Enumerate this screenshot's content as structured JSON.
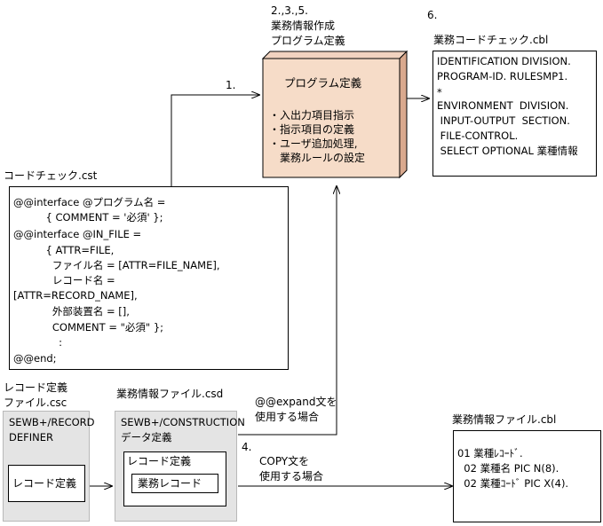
{
  "labels": {
    "step_1": "1.",
    "step_235": "2.,3.,5.",
    "step_6": "6.",
    "step_4": "4.",
    "program_caption_1": "業務情報作成",
    "program_caption_2": "プログラム定義",
    "cbl_check_title": "業務コードチェック.cbl",
    "cst_title": "コードチェック.cst",
    "csc_title_1": "レコード定義",
    "csc_title_2": "ファイル.csc",
    "csd_title": "業務情報ファイル.csd",
    "cbl_info_title": "業務情報ファイル.cbl",
    "expand_1": "@@expand文を",
    "expand_2": "使用する場合",
    "copy_1": "COPY文を",
    "copy_2": "使用する場合"
  },
  "program_box": {
    "title": "プログラム定義",
    "bullets": [
      "・入出力項目指示",
      "・指示項目の定義",
      "・ユーザ追加処理,",
      "　業務ルールの設定"
    ]
  },
  "cbl_check_lines": [
    "IDENTIFICATION DIVISION.",
    "PROGRAM-ID. RULESMP1.",
    "*",
    "ENVIRONMENT  DIVISION.",
    " INPUT-OUTPUT  SECTION.",
    " FILE-CONTROL.",
    " SELECT OPTIONAL 業種情報"
  ],
  "cst_lines": [
    "@@interface @プログラム名 =",
    "          { COMMENT = '必須' };",
    "@@interface @IN_FILE =",
    "          { ATTR=FILE,",
    "            ファイル名 = [ATTR=FILE_NAME],",
    "            レコード名 =",
    "[ATTR=RECORD_NAME],",
    "            外部装置名 = [],",
    "            COMMENT = \"必須\" };",
    "              :",
    "@@end;"
  ],
  "csc_box": {
    "header_1": "SEWB+/RECORD",
    "header_2": "DEFINER",
    "inner": "レコード定義"
  },
  "csd_box": {
    "header_1": "SEWB+/CONSTRUCTION",
    "header_2": "データ定義",
    "record_def": "レコード定義",
    "business_record": "業務レコード"
  },
  "cbl_info_lines": [
    "01 業種ﾚｺｰﾄﾞ.",
    "  02 業種名 PIC N(8).",
    "  02 業種ｺｰﾄﾞ PIC X(4)."
  ]
}
